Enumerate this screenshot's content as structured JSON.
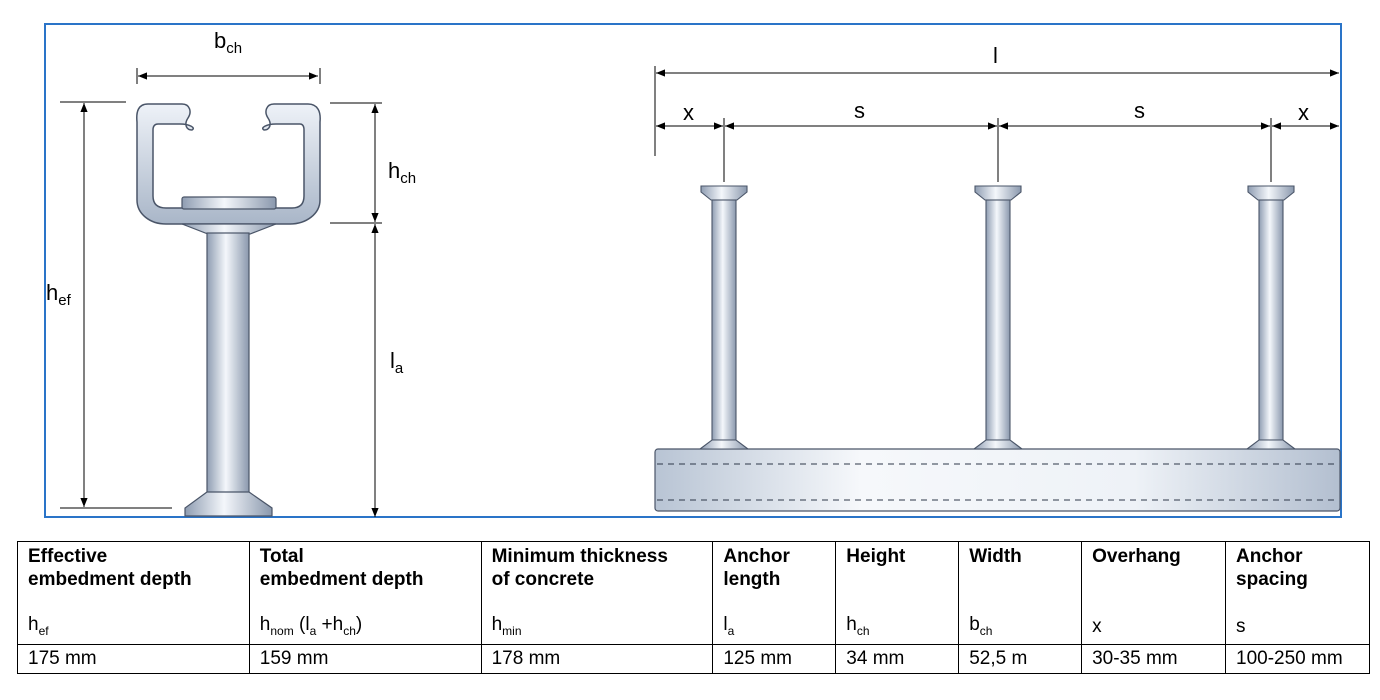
{
  "diagram": {
    "left_view": {
      "width_label": {
        "base": "b",
        "sub": "ch"
      },
      "channel_height_label": {
        "base": "h",
        "sub": "ch"
      },
      "embedment_label": {
        "base": "h",
        "sub": "ef"
      },
      "anchor_length_label": {
        "base": "l",
        "sub": "a"
      }
    },
    "right_view": {
      "total_length_label": "l",
      "overhang_label": "x",
      "spacing_label": "s"
    },
    "colors": {
      "frame": "#2a74c8",
      "metal_light": "#eef2f8",
      "metal_dark": "#9aa8bb",
      "outline": "#4a5568"
    }
  },
  "table": {
    "headers": [
      {
        "title_lines": [
          "Effective",
          "embedment depth"
        ],
        "symbol": {
          "base": "h",
          "sub": "ef"
        }
      },
      {
        "title_lines": [
          "Total",
          "embedment depth"
        ],
        "symbol": {
          "base": "h",
          "sub": "nom",
          "extra": "(l",
          "extra_sub": "a",
          "extra2": " +h",
          "extra2_sub": "ch",
          "close": ")"
        }
      },
      {
        "title_lines": [
          "Minimum thickness",
          "of concrete"
        ],
        "symbol": {
          "base": "h",
          "sub": "min"
        }
      },
      {
        "title_lines": [
          "Anchor",
          "length"
        ],
        "symbol": {
          "base": "l",
          "sub": "a"
        }
      },
      {
        "title_lines": [
          "Height"
        ],
        "symbol": {
          "base": "h",
          "sub": "ch"
        }
      },
      {
        "title_lines": [
          "Width"
        ],
        "symbol": {
          "base": "b",
          "sub": "ch"
        }
      },
      {
        "title_lines": [
          "Overhang"
        ],
        "symbol": {
          "base": "x",
          "sub": ""
        }
      },
      {
        "title_lines": [
          "Anchor",
          "spacing"
        ],
        "symbol": {
          "base": "s",
          "sub": ""
        }
      }
    ],
    "values": [
      "175 mm",
      "159 mm",
      "178 mm",
      "125 mm",
      "34 mm",
      "52,5 m",
      "30-35 mm",
      "100-250 mm"
    ]
  }
}
